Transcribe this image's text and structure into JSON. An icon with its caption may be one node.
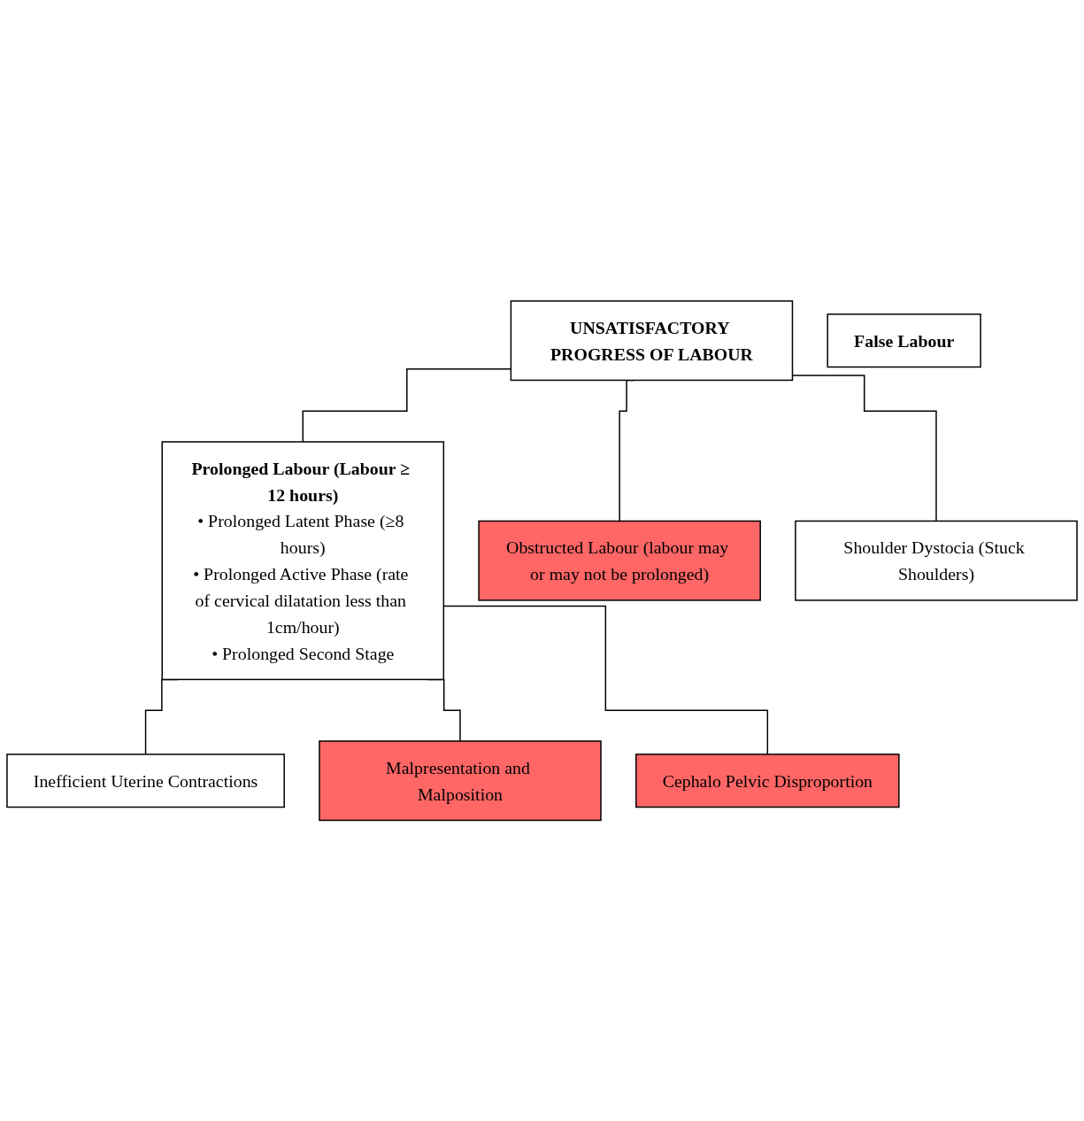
{
  "diagram": {
    "nodes": [
      {
        "text": [
          "UNSATISFACTORY PROGRESS OF LABOUR"
        ]
      },
      {
        "text": [
          "Prolonged Labour (Labour ≥ 12 hours)",
          "• Prolonged Latent Phase (≥8 hours)",
          "• Prolonged Active Phase (rate of cervical dilatation less than 1cm/hour)",
          "• Prolonged Second Stage"
        ]
      },
      {
        "text": [
          "Obstructed Labour (labour may or may not be prolonged)"
        ]
      },
      {
        "text": [
          "Shoulder Dystocia (Stuck Shoulders)"
        ]
      },
      {
        "text": [
          "Inefficient Uterine Contractions"
        ]
      },
      {
        "text": [
          "Malpresentation and Malposition"
        ]
      },
      {
        "text": [
          "Cephalo Pelvic Disproportion"
        ]
      },
      {
        "text": [
          "False Labour"
        ]
      }
    ],
    "edges": [
      {
        "from": 0,
        "to": 1,
        "arrow": "none"
      },
      {
        "from": 0,
        "to": 2,
        "arrow": "none"
      },
      {
        "from": 0,
        "to": 3,
        "arrow": "none"
      },
      {
        "from": 1,
        "to": 4,
        "arrow": "none"
      },
      {
        "from": 1,
        "to": 5,
        "arrow": "none"
      },
      {
        "from": 1,
        "to": 6,
        "arrow": "none"
      }
    ]
  }
}
